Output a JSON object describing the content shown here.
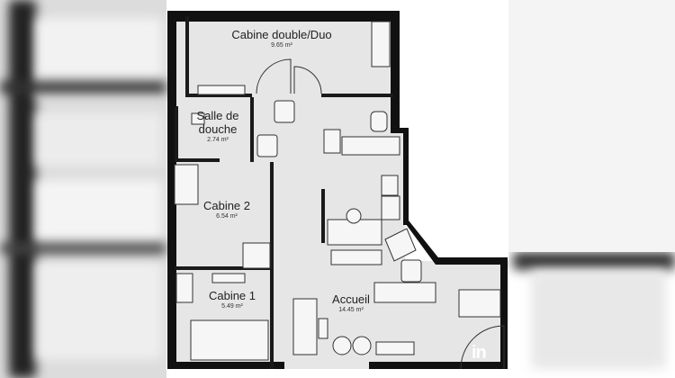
{
  "rooms": {
    "cabine_double": {
      "name": "Cabine double/Duo",
      "area": "9.65 m²"
    },
    "salle_de_douche": {
      "name_line1": "Salle de",
      "name_line2": "douche",
      "area": "2.74 m²"
    },
    "cabine_2": {
      "name": "Cabine 2",
      "area": "6.54 m²"
    },
    "cabine_1": {
      "name": "Cabine 1",
      "area": "5.49 m²"
    },
    "accueil": {
      "name": "Accueil",
      "area": "14.45 m²"
    }
  },
  "watermark": "in",
  "colors": {
    "floor": "#e6e6e6",
    "wall": "#111111",
    "background_blur": "#d8d8d8"
  }
}
